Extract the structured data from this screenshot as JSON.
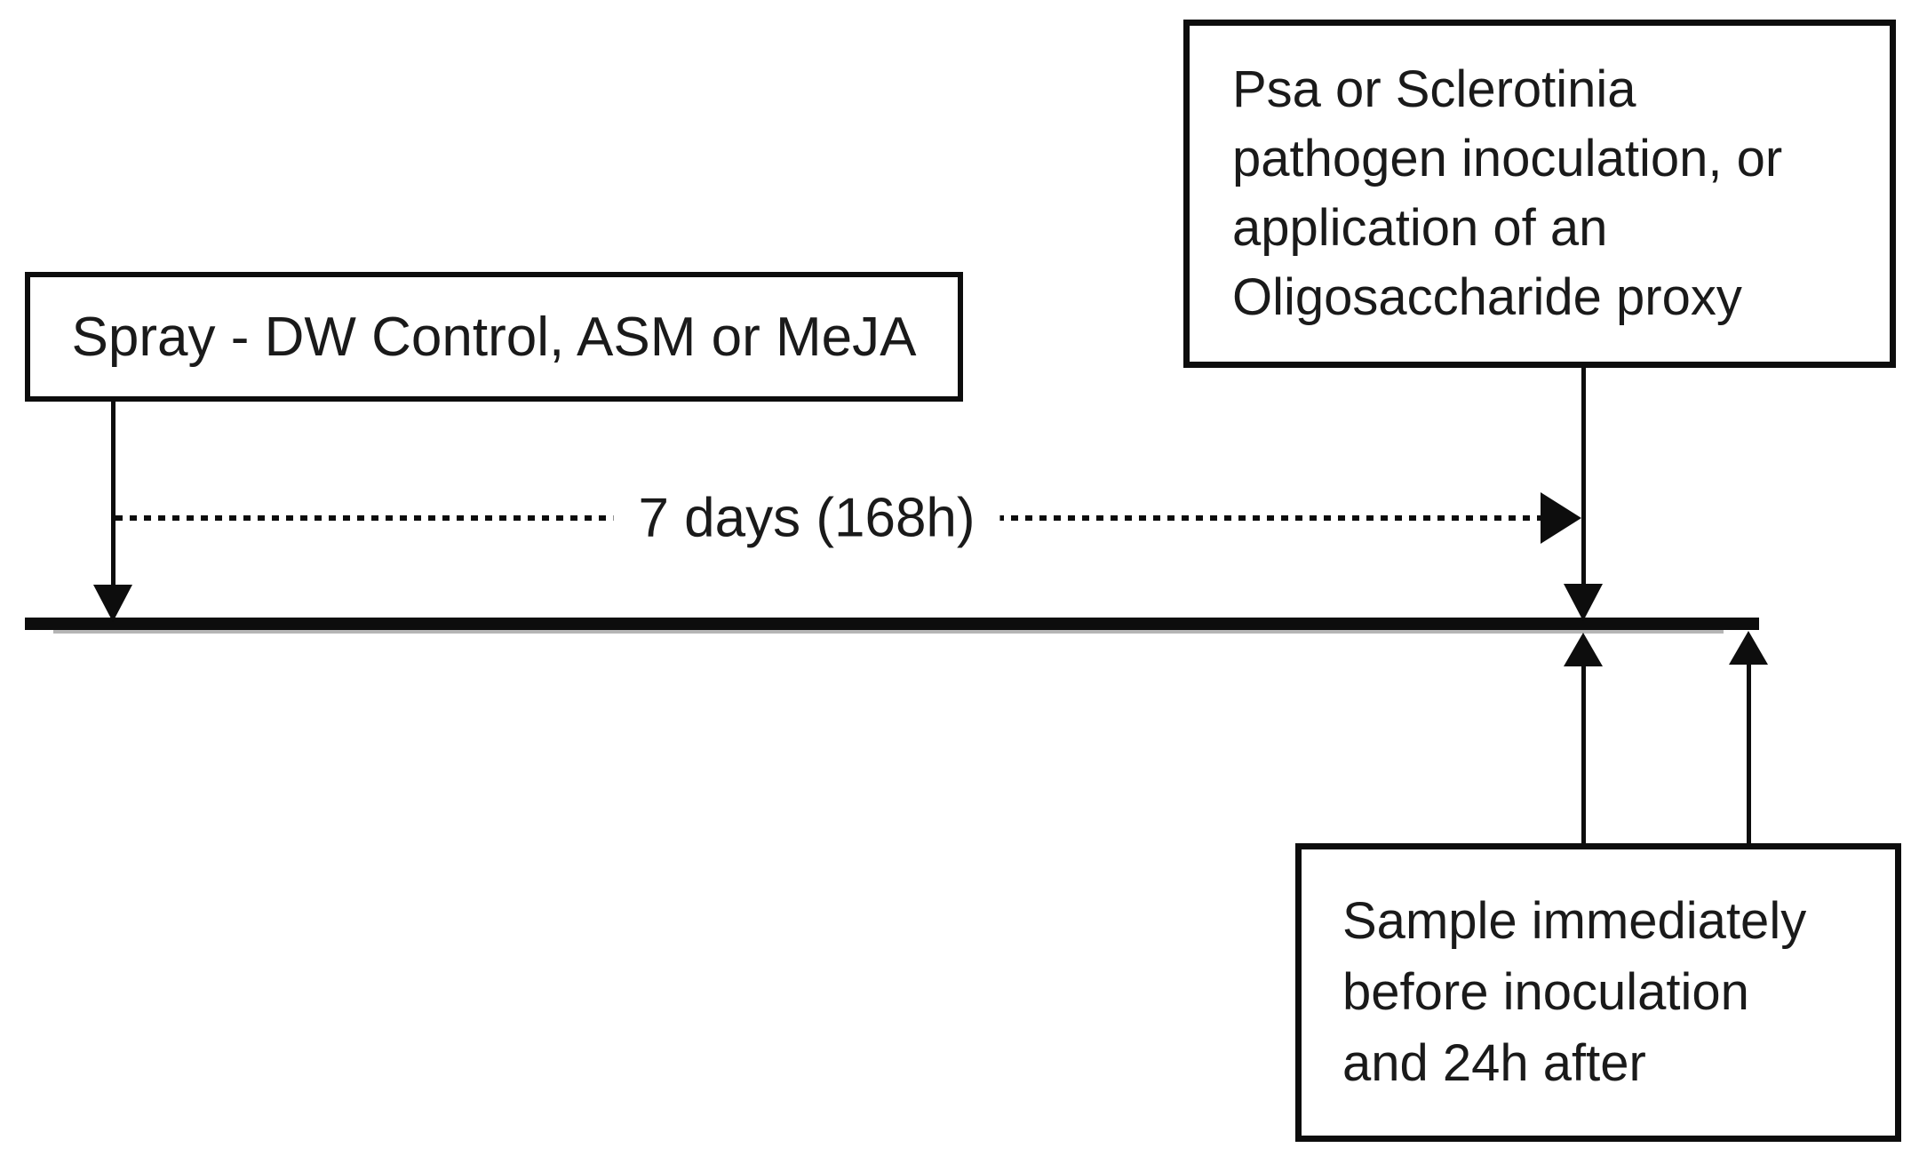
{
  "colors": {
    "background": "#ffffff",
    "line": "#0d0d0d",
    "text": "#1a1a1a"
  },
  "boxes": {
    "spray": {
      "label": "Spray - DW Control, ASM or MeJA"
    },
    "inoculation": {
      "lines": [
        "Psa or Sclerotinia",
        "pathogen inoculation, or",
        "application of an",
        "Oligosaccharide proxy"
      ]
    },
    "sample": {
      "lines": [
        "Sample immediately",
        "before inoculation",
        "and 24h after"
      ]
    }
  },
  "duration": {
    "label": "7 days (168h)",
    "style": "dashed",
    "direction": "right"
  },
  "arrows": [
    {
      "name": "spray-to-timeline",
      "direction": "down"
    },
    {
      "name": "inoculation-to-timeline",
      "direction": "down"
    },
    {
      "name": "sample-before-inoculation",
      "direction": "up"
    },
    {
      "name": "sample-after-inoculation",
      "direction": "up"
    }
  ]
}
